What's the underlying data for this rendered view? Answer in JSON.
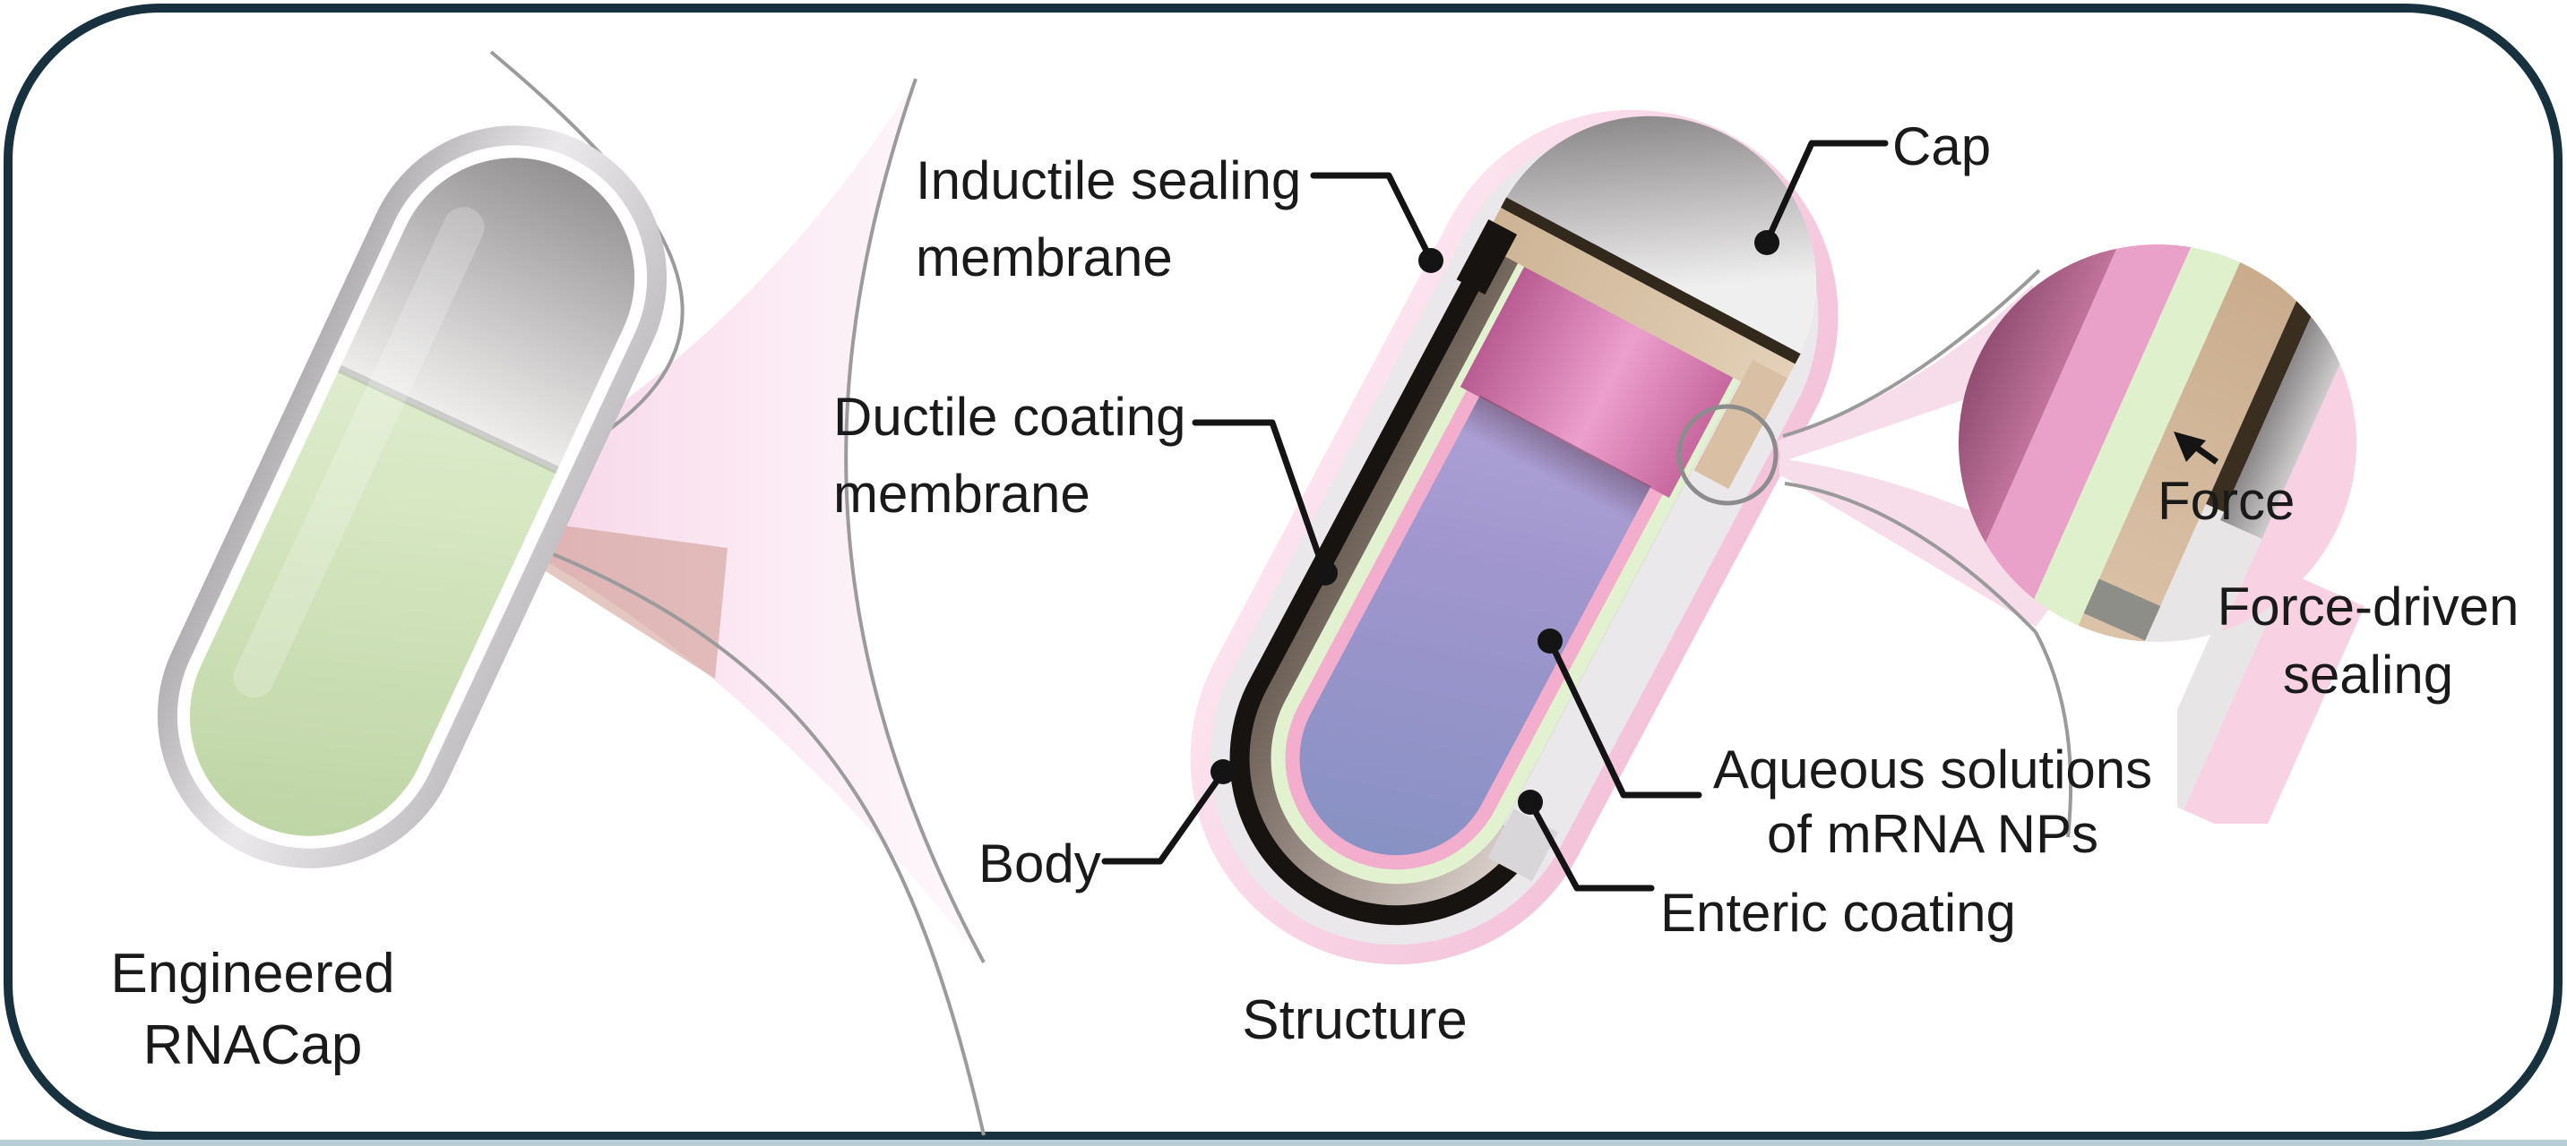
{
  "figure": {
    "title": "Engineered RNACap capsule structure diagram",
    "panels": [
      "Engineered RNACap",
      "Structure",
      "Force-driven sealing"
    ]
  },
  "labels": {
    "engineered": {
      "line1": "Engineered",
      "line2": "RNACap"
    },
    "structure": "Structure",
    "inductile": {
      "line1": "Inductile sealing",
      "line2": "membrane"
    },
    "ductile": {
      "line1": "Ductile coating",
      "line2": "membrane"
    },
    "body": "Body",
    "cap": "Cap",
    "aqueous": {
      "line1": "Aqueous solutions",
      "line2": "of mRNA NPs"
    },
    "enteric": "Enteric coating",
    "force": "Force",
    "force_driven": {
      "line1": "Force-driven",
      "line2": "sealing"
    }
  },
  "palette": {
    "frame_border": "#17313f",
    "label_text": "#1a1a1a",
    "leader_line": "#141414",
    "enteric_pink": "#f8d2e2",
    "capsule_shell_gray": "#cfcdcf",
    "capsule_body_green": "#d5e6c0",
    "cap_dome_gray": "#b5b2b3",
    "black_body_shell": "#171311",
    "ductile_green": "#e2f1d0",
    "pink_membrane": "#f3aecd",
    "aqueous_purple": "#a39ad0",
    "magenta_band": "#d886b8",
    "sealing_tan": "#d9c0a4",
    "flare_gray": "#9b9b9b"
  }
}
